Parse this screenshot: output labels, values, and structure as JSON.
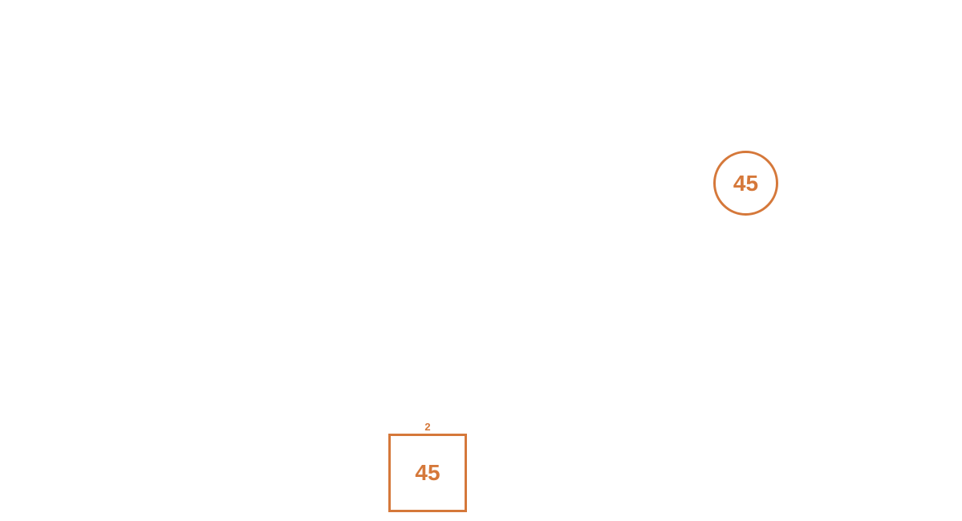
{
  "colors": {
    "accent": "#d5783a",
    "background": "#ffffff"
  },
  "nodes": {
    "circle": {
      "shape": "circle",
      "value": "45"
    },
    "square": {
      "shape": "square",
      "value": "45",
      "badge": "2"
    }
  }
}
